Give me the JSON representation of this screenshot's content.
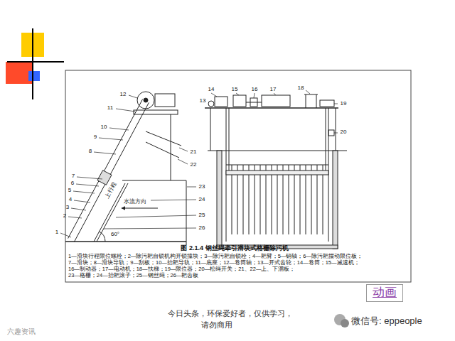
{
  "diagram": {
    "caption": "图 2.1.4 钢丝绳牵引滑块式格栅除污机",
    "nodes": [
      {
        "text": [
          "动画"
        ]
      }
    ],
    "labels": [
      "1",
      "2",
      "3",
      "4",
      "5",
      "6",
      "7",
      "8",
      "9",
      "10",
      "11",
      "12",
      "21",
      "22",
      "23",
      "24",
      "25",
      "26",
      "13",
      "14",
      "15",
      "16",
      "17",
      "18",
      "19",
      "20",
      "上行程",
      "水流方向",
      "60°",
      "1—滑块行程限位螺栓；2—除污耙自锁机构开锁撞块；3—除污耙自锁栓；4—耙臂；5—销轴；6—除污耙摆动限位板；",
      "7—滑块；8—滑块导轨；9—刮板；10—抬耙导轨；11—底座；12—卷筒轴；13—开式齿轮；14—卷筒；15—减速机；",
      "16—制动器；17—电动机；18—扶梯；19—限位器；20—松绳开关；21、22—上、下溜板；",
      "23—格栅；24—抬耙滚子；25—钢丝绳；26—耙齿板",
      "今日头条，环保爱好者，仅供学习，",
      "请勿商用",
      "微信号: eppeople",
      "六趣资讯"
    ]
  }
}
